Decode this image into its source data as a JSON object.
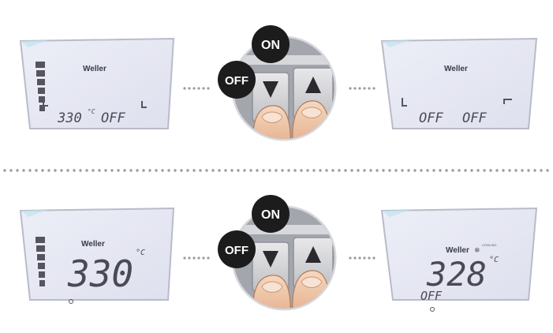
{
  "brand": "Weller",
  "top": {
    "left_display": {
      "temp": "330",
      "unit": "°C",
      "state": "OFF"
    },
    "right_display": {
      "left": "OFF",
      "right": "OFF"
    }
  },
  "bottom": {
    "left_display": {
      "temp": "330",
      "unit": "°C"
    },
    "right_display": {
      "temp": "328",
      "unit": "°C",
      "state": "OFF",
      "mode": "COOLING"
    }
  },
  "buttons": {
    "on_label": "ON",
    "off_label": "OFF"
  },
  "colors": {
    "screen": "#e6e6f2",
    "badge": "#1c1c1c",
    "dots": "#9a9aa8",
    "frame": "#b8bcc8"
  }
}
